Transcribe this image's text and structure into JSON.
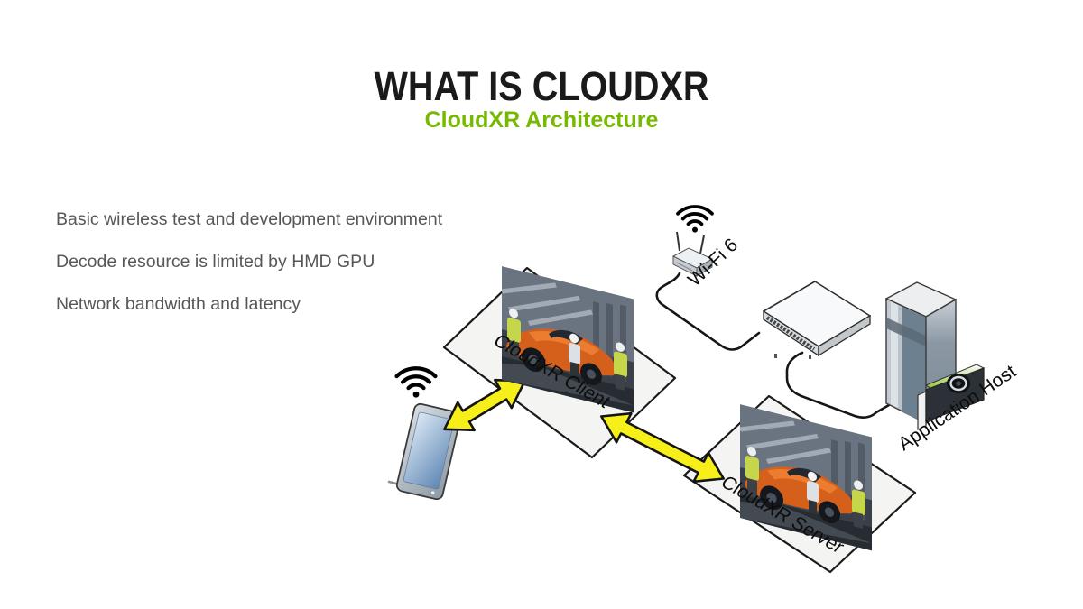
{
  "slide": {
    "title": "WHAT IS CLOUDXR",
    "subtitle": "CloudXR Architecture"
  },
  "bullets": [
    "Basic wireless test and development environment",
    "Decode resource is limited by HMD GPU",
    "Network bandwidth and latency"
  ],
  "diagram": {
    "client_label": "CloudXR Client",
    "server_label": "CloudXR Server",
    "wifi_label": "Wi-Fi 6",
    "host_label": "Application Host",
    "icons": [
      "wifi-signal-icon-phone",
      "wifi-signal-icon-router",
      "double-arrow-phone-client",
      "double-arrow-client-server"
    ]
  },
  "colors": {
    "accent_green": "#76b900",
    "arrow_yellow": "#f7ef1a",
    "title_ink": "#1a1a1a",
    "bullet_gray": "#575757",
    "line_black": "#161616"
  }
}
